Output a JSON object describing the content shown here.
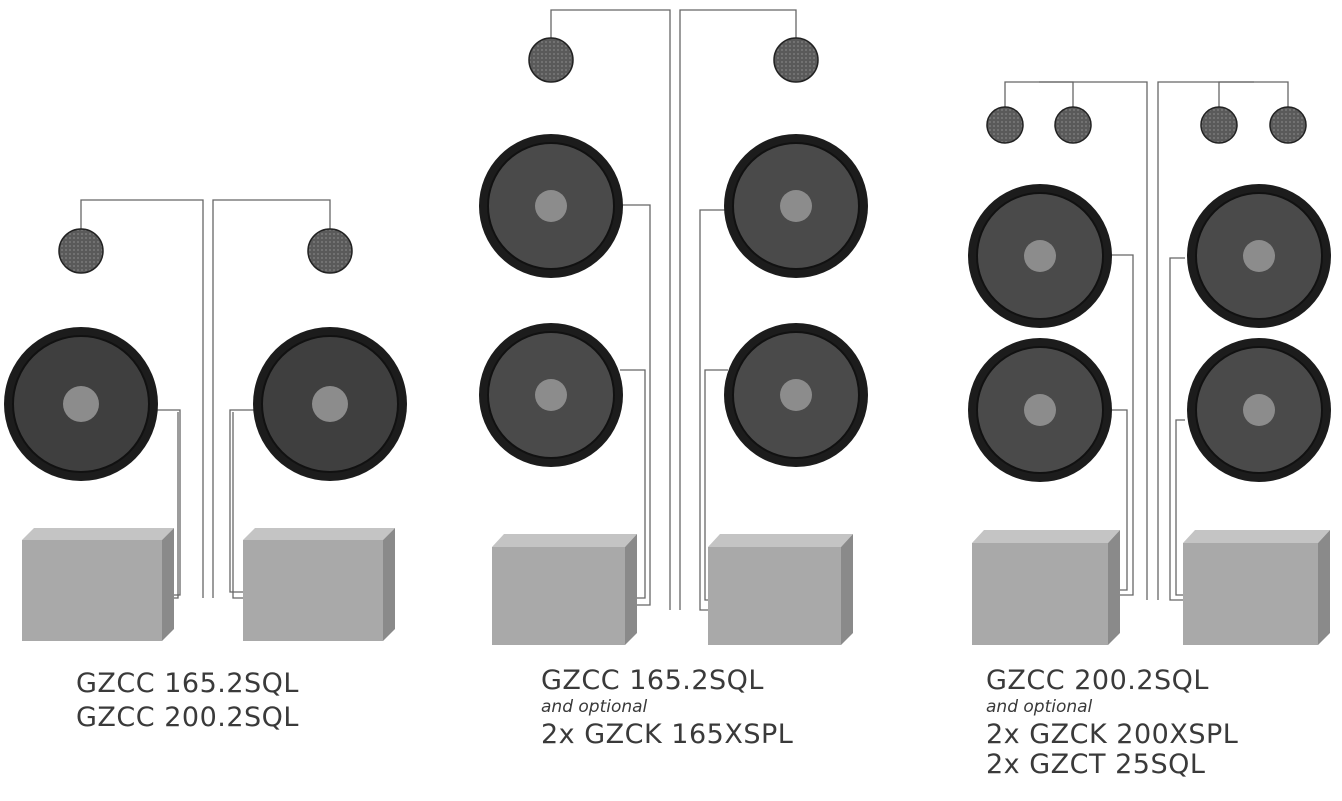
{
  "configurations": [
    {
      "id": "a",
      "lines": [
        "GZCC 165.2SQL",
        "GZCC 200.2SQL"
      ],
      "note": ""
    },
    {
      "id": "b",
      "lines": [
        "GZCC 165.2SQL"
      ],
      "note": "and optional",
      "extra": [
        "2x GZCK 165XSPL"
      ]
    },
    {
      "id": "c",
      "lines": [
        "GZCC 200.2SQL"
      ],
      "note": "and optional",
      "extra": [
        "2x GZCK 200XSPL",
        "2x GZCT 25SQL"
      ]
    }
  ],
  "colors": {
    "speaker_ring": "#1c1c1c",
    "speaker_cone": "#3f3f3f",
    "speaker_cap": "#8c8c8c",
    "tweeter": "#555555",
    "box_front": "#a9a9a9",
    "box_top": "#c4c4c4",
    "box_side": "#8a8a8a",
    "wire": "#666666"
  }
}
